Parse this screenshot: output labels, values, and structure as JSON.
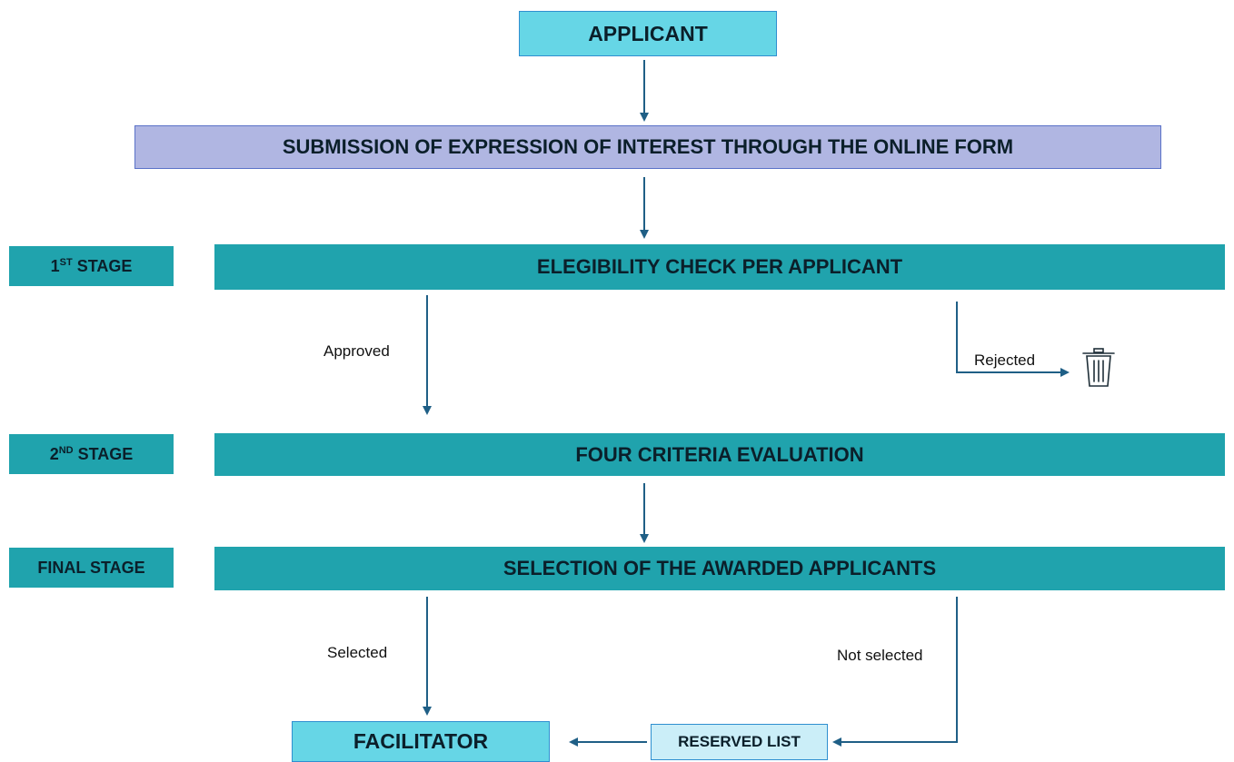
{
  "nodes": {
    "applicant": "APPLICANT",
    "submission": "SUBMISSION OF EXPRESSION OF INTEREST THROUGH THE ONLINE FORM",
    "eligibility": "ELEGIBILITY CHECK PER APPLICANT",
    "criteria": "FOUR CRITERIA EVALUATION",
    "selection": "SELECTION OF THE AWARDED APPLICANTS",
    "facilitator": "FACILITATOR",
    "reserved": "RESERVED LIST"
  },
  "stages": {
    "s1": {
      "num": "1",
      "sup": "ST",
      "word": " STAGE"
    },
    "s2": {
      "num": "2",
      "sup": "ND",
      "word": " STAGE"
    },
    "final": "FINAL STAGE"
  },
  "edges": {
    "approved": "Approved",
    "rejected": "Rejected",
    "selected": "Selected",
    "not_selected": "Not selected"
  },
  "icons": {
    "trash": "trash-icon"
  },
  "colors": {
    "applicant_fill": "#66d6e6",
    "submission_fill": "#b0b6e2",
    "stage_fill": "#20a3ad",
    "reserved_fill": "#cbeef8",
    "arrow": "#1f5f86"
  }
}
